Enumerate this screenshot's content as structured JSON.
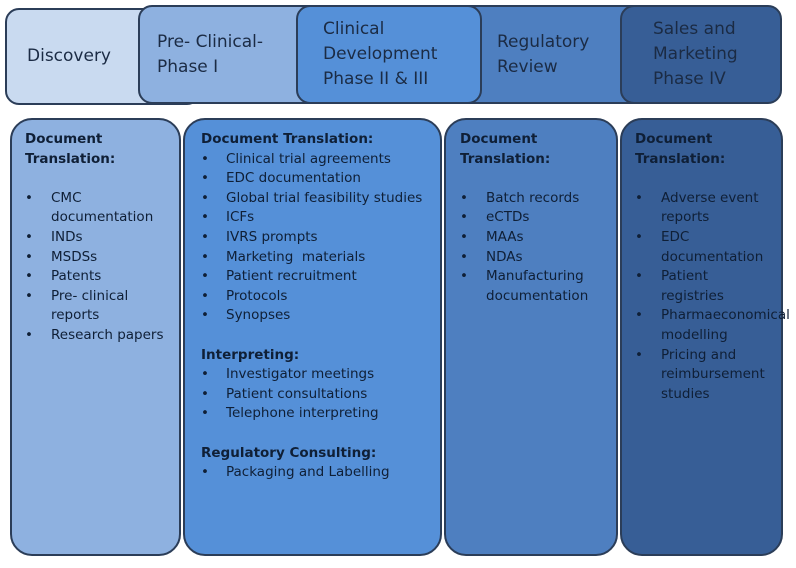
{
  "phases": [
    {
      "label": "Discovery"
    },
    {
      "label": "Pre- Clinical-\nPhase I"
    },
    {
      "label": "Clinical\nDevelopment\nPhase II & III"
    },
    {
      "label": "Regulatory\nReview"
    },
    {
      "label": "Sales and\nMarketing\nPhase IV"
    }
  ],
  "columns": {
    "discovery": {
      "heading": "Document\nTranslation:",
      "items": [
        "CMC documentation",
        "INDs",
        "MSDSs",
        "Patents",
        "Pre- clinical reports",
        "Research papers"
      ]
    },
    "clinical": {
      "sections": [
        {
          "heading": "Document Translation:",
          "items": [
            "Clinical trial agreements",
            "EDC documentation",
            "Global trial feasibility studies",
            "ICFs",
            "IVRS prompts",
            "Marketing  materials",
            "Patient recruitment",
            "Protocols",
            "Synopses"
          ]
        },
        {
          "heading": "Interpreting:",
          "items": [
            "Investigator meetings",
            "Patient consultations",
            "Telephone interpreting"
          ]
        },
        {
          "heading": "Regulatory Consulting:",
          "items": [
            "Packaging and Labelling"
          ]
        }
      ]
    },
    "review": {
      "heading": "Document\nTranslation:",
      "items": [
        "Batch records",
        "eCTDs",
        "MAAs",
        "NDAs",
        "Manufacturing documentation"
      ]
    },
    "sales": {
      "heading": "Document\nTranslation:",
      "items": [
        "Adverse event reports",
        "EDC documentation",
        "Patient registries",
        "Pharmaeconomical modelling",
        "Pricing and reimbursement studies"
      ]
    }
  },
  "colors": {
    "discovery_header": "#c9daf0",
    "preclinical": "#8eb1e0",
    "clinical": "#5590d8",
    "review": "#4e7fc0",
    "sales": "#375e96",
    "border": "#2b3d58"
  }
}
